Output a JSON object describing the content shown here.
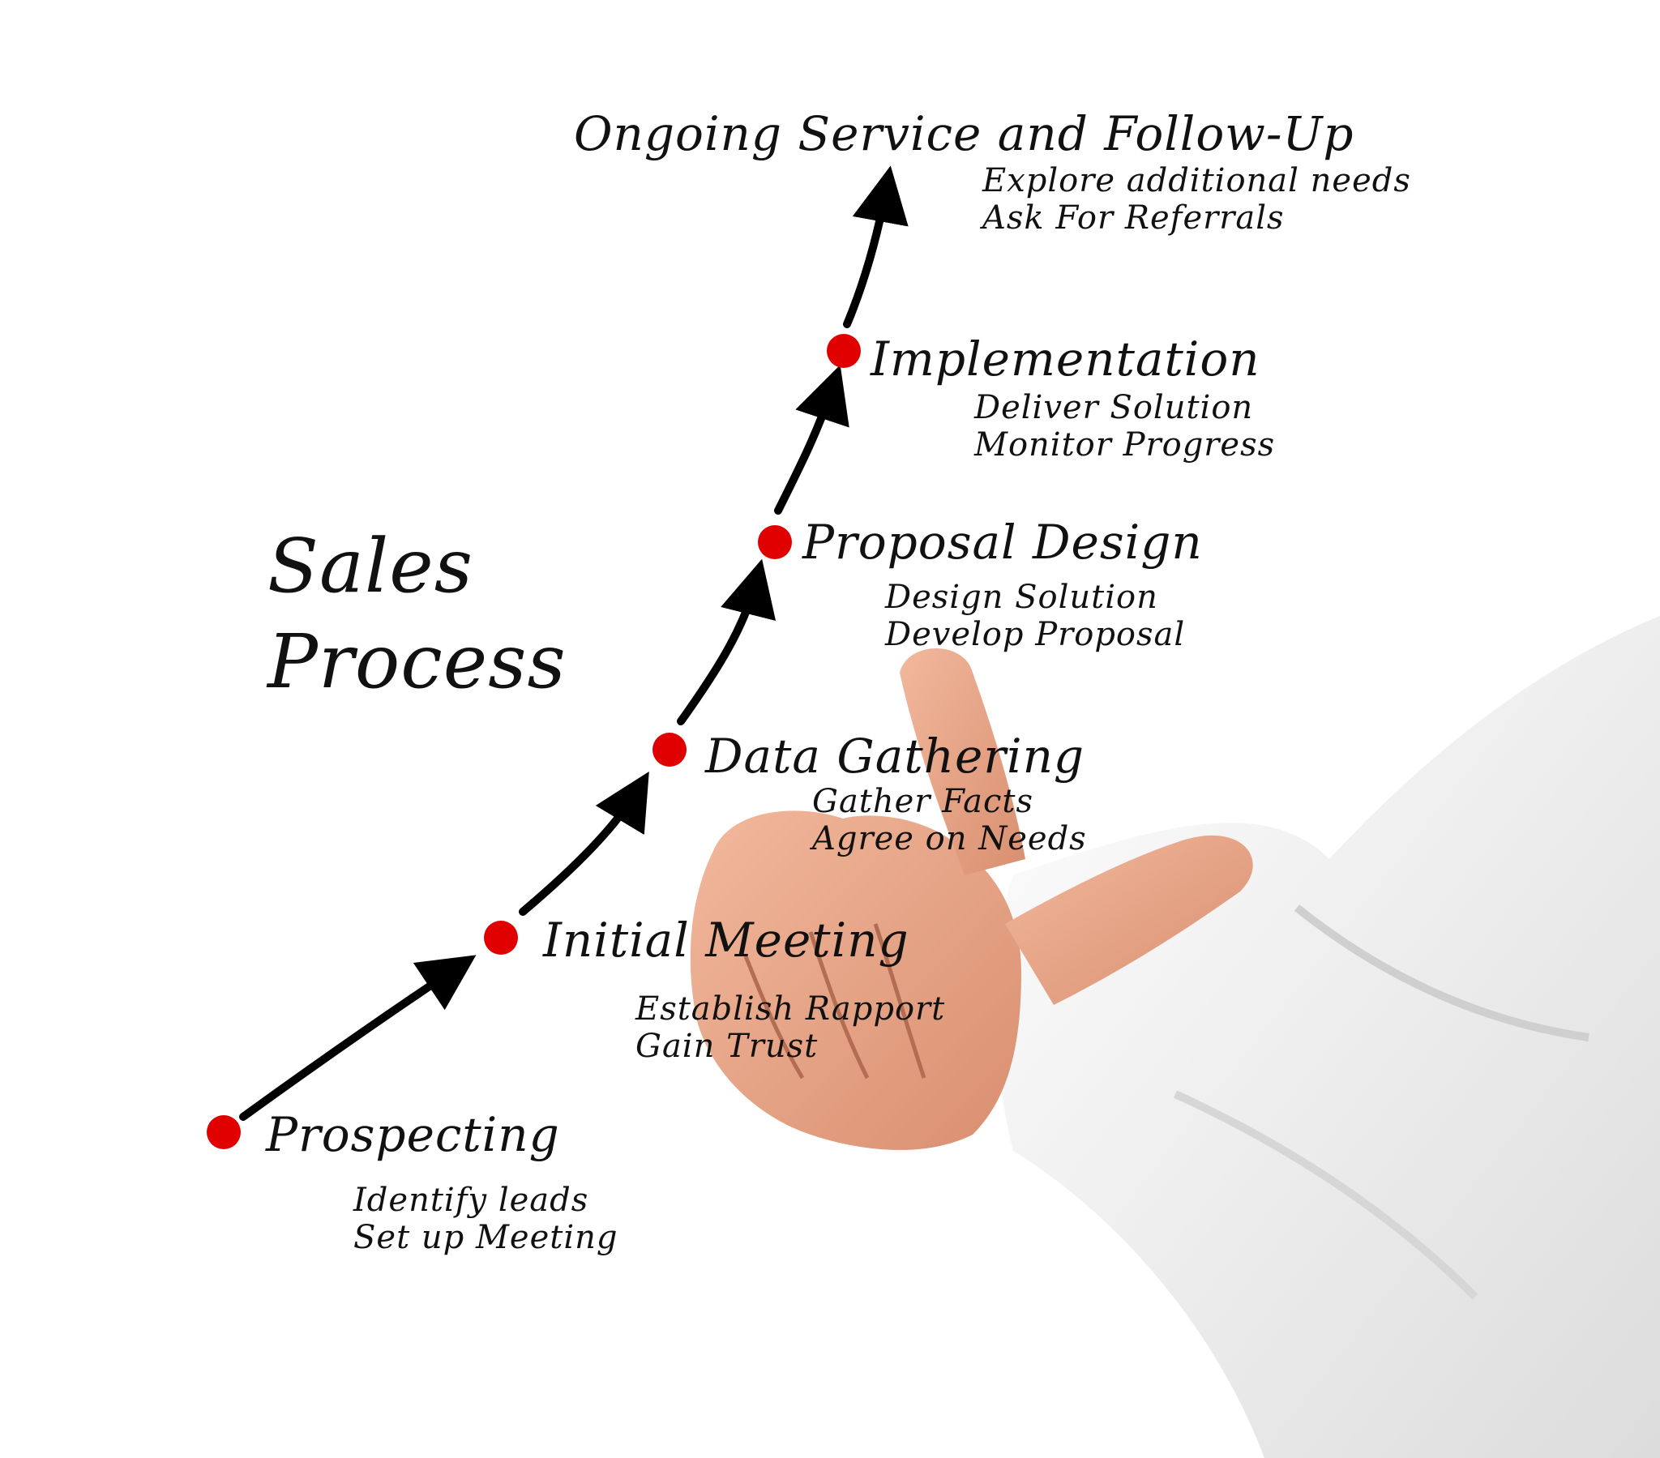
{
  "title": {
    "line1": "Sales",
    "line2": "Process"
  },
  "colors": {
    "dot": "#e00000",
    "arrow": "#000000",
    "text": "#111111",
    "background": "#ffffff",
    "skin": "#e9a486",
    "sleeve": "#f4f4f4"
  },
  "steps": [
    {
      "title": "Prospecting",
      "lines": [
        "Identify leads",
        "Set up Meeting"
      ]
    },
    {
      "title": "Initial Meeting",
      "lines": [
        "Establish Rapport",
        "Gain Trust"
      ]
    },
    {
      "title": "Data Gathering",
      "lines": [
        "Gather Facts",
        "Agree on Needs"
      ]
    },
    {
      "title": "Proposal Design",
      "lines": [
        "Design Solution",
        "Develop Proposal"
      ]
    },
    {
      "title": "Implementation",
      "lines": [
        "Deliver Solution",
        "Monitor Progress"
      ]
    },
    {
      "title": "Ongoing Service and Follow-Up",
      "lines": [
        "Explore additional needs",
        "Ask For Referrals"
      ]
    }
  ]
}
